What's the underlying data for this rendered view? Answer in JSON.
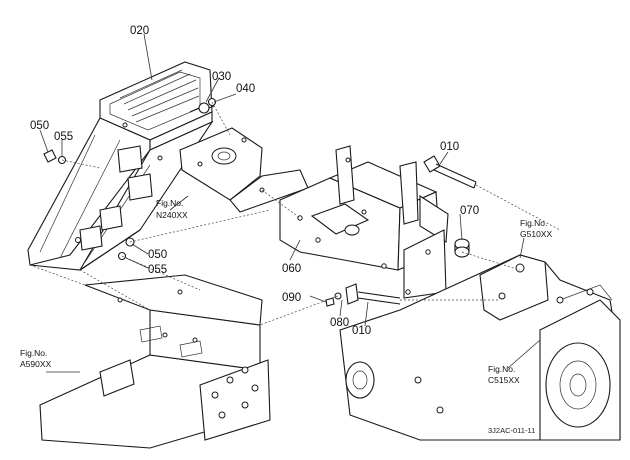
{
  "part_numbers": {
    "p020": "020",
    "p030": "030",
    "p040": "040",
    "p050_top": "050",
    "p055_top": "055",
    "p050_bottom": "050",
    "p055_bottom": "055",
    "p010_top": "010",
    "p070": "070",
    "p060": "060",
    "p090": "090",
    "p080": "080",
    "p010_bottom": "010"
  },
  "figure_refs": {
    "n240": {
      "label": "Fig.No.",
      "code": "N240XX"
    },
    "g510": {
      "label": "Fig.No.",
      "code": "G510XX"
    },
    "a590": {
      "label": "Fig.No.",
      "code": "A590XX"
    },
    "c515": {
      "label": "Fig.No.",
      "code": "C515XX"
    }
  },
  "drawing_code": "3J2AC-011-11"
}
